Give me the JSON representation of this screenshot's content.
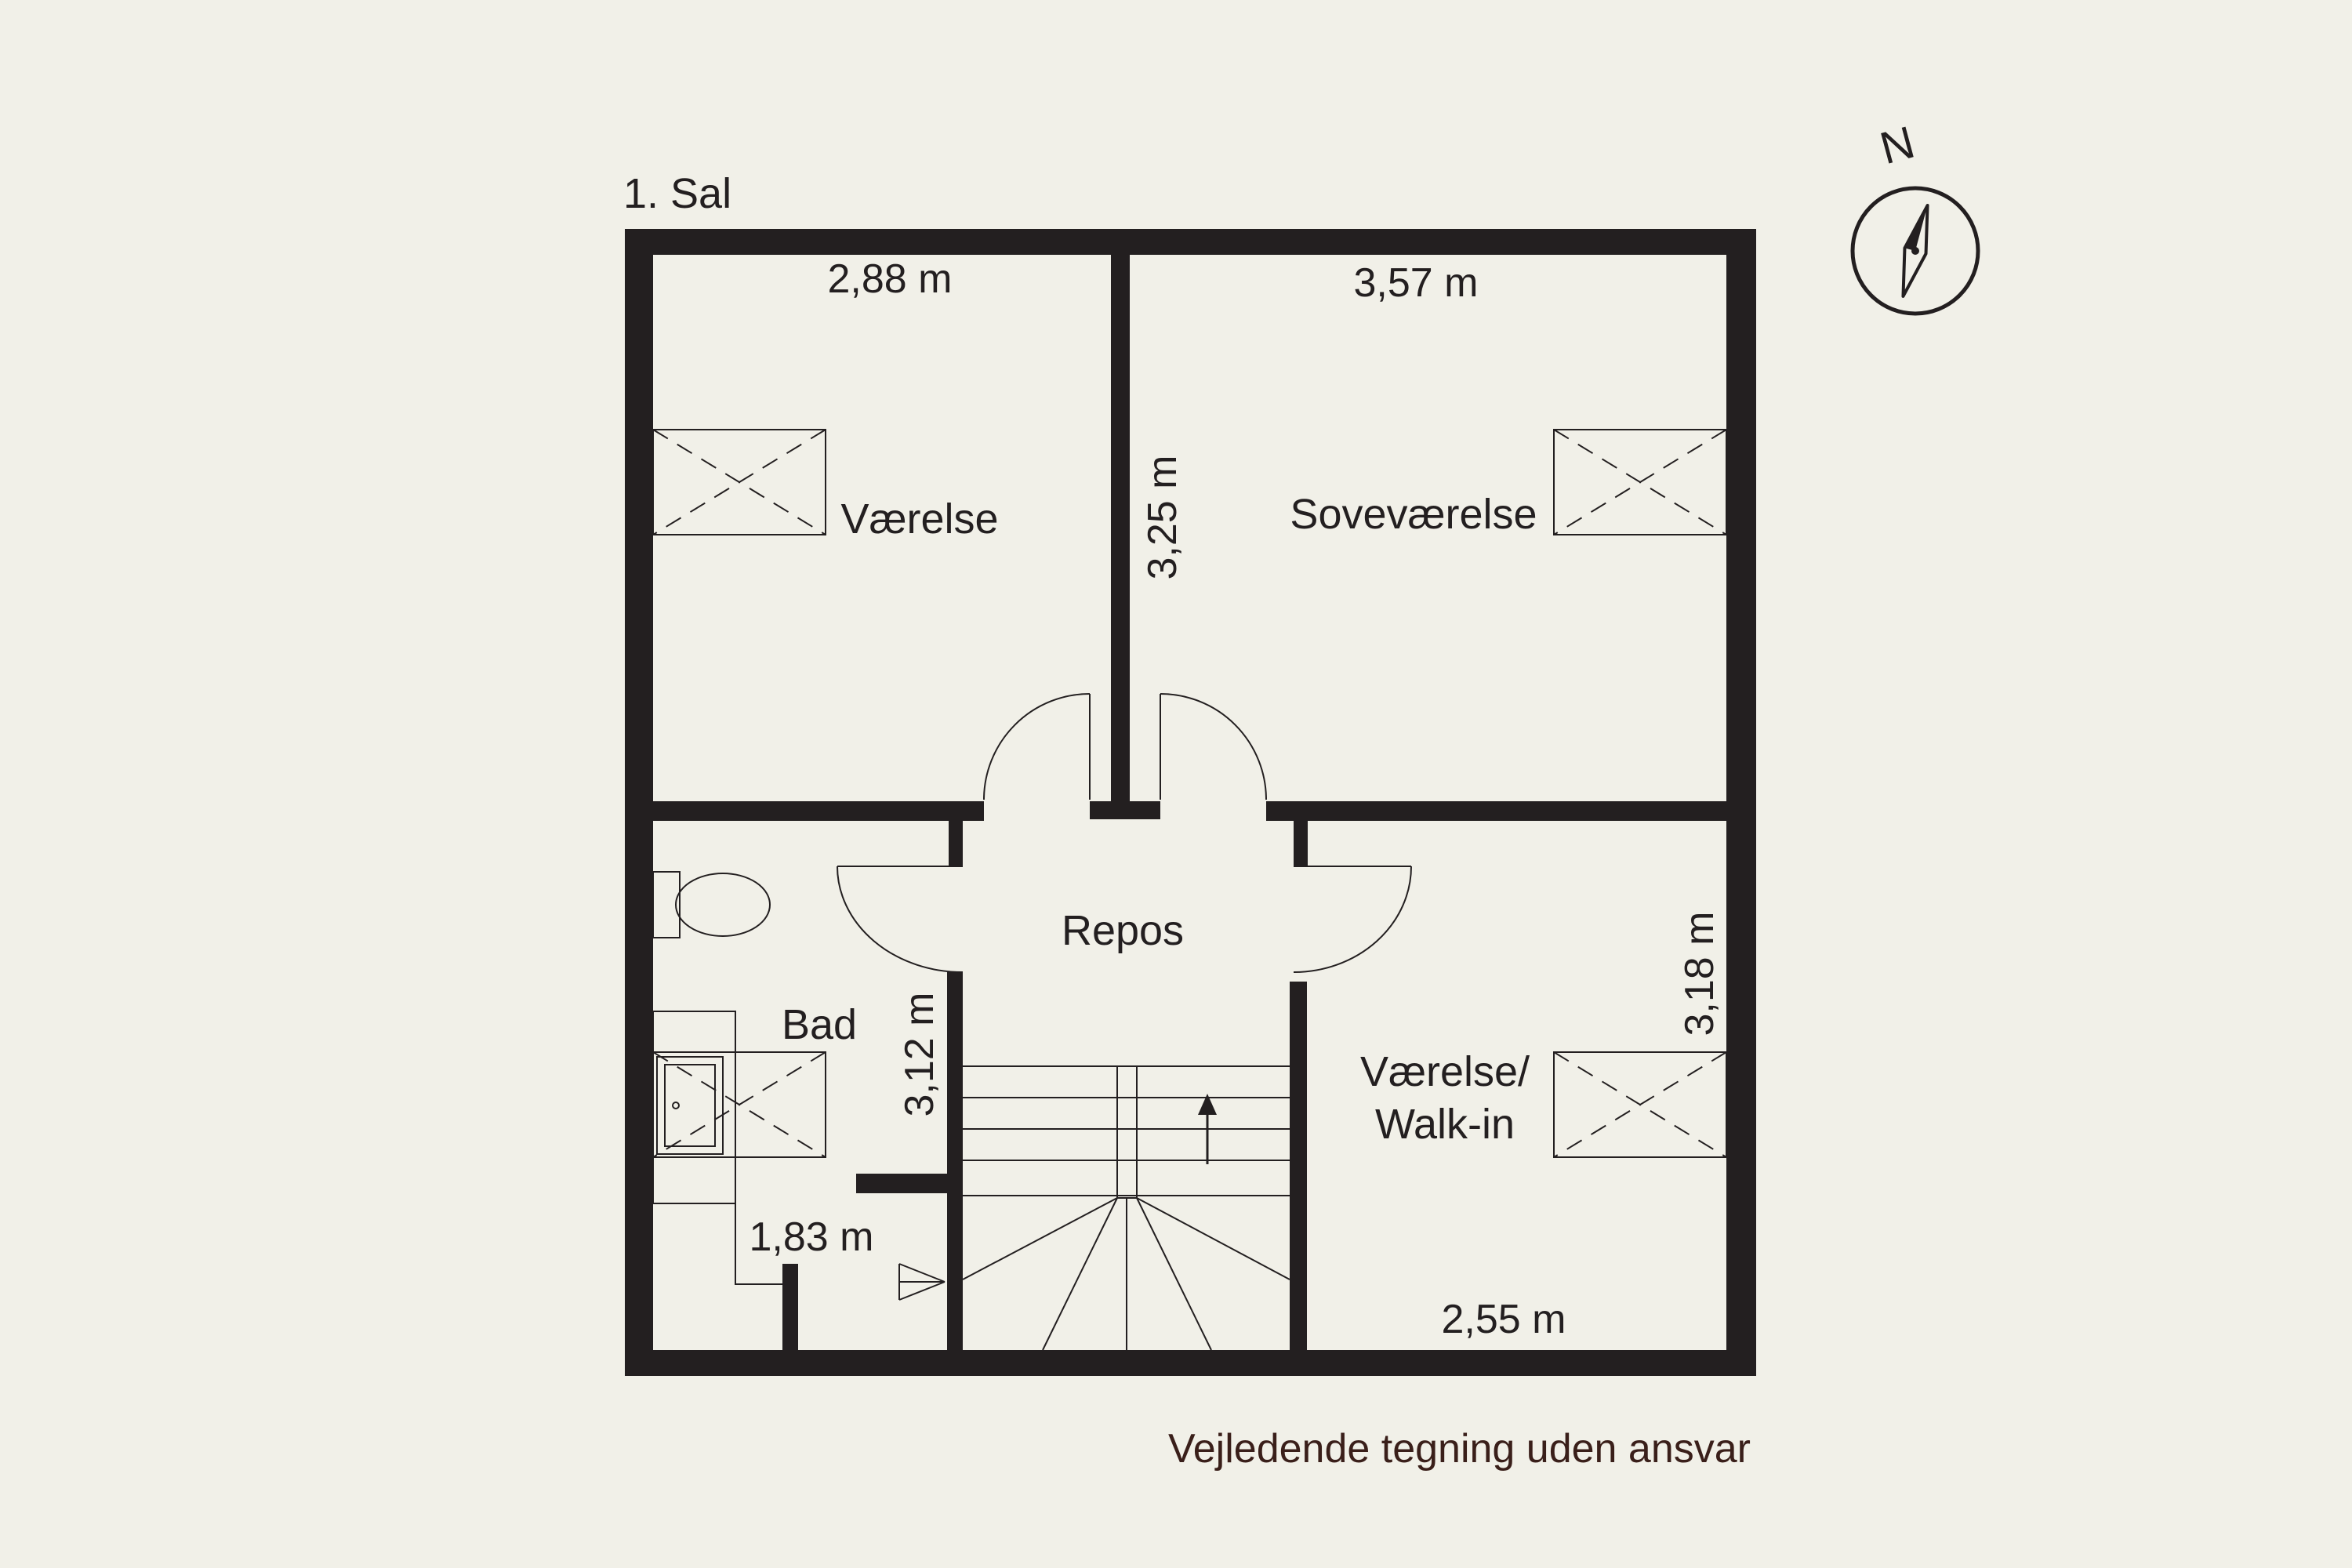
{
  "floor_label": "1. Sal",
  "rooms": {
    "vaerelse": "Værelse",
    "sovevaerelse": "Soveværelse",
    "repos": "Repos",
    "bad": "Bad",
    "walkin_line1": "Værelse/",
    "walkin_line2": "Walk-in"
  },
  "dimensions": {
    "vaerelse_width": "2,88 m",
    "sovevaerelse_width": "3,57 m",
    "bedroom_depth": "3,25 m",
    "bad_depth": "3,12 m",
    "bad_width": "1,83 m",
    "walkin_depth": "3,18 m",
    "walkin_width": "2,55 m"
  },
  "compass_label": "N",
  "disclaimer": "Vejledende tegning uden ansvar",
  "colors": {
    "background": "#f1f0e8",
    "ink": "#231f20",
    "disclaimer": "#3a1f1a"
  }
}
